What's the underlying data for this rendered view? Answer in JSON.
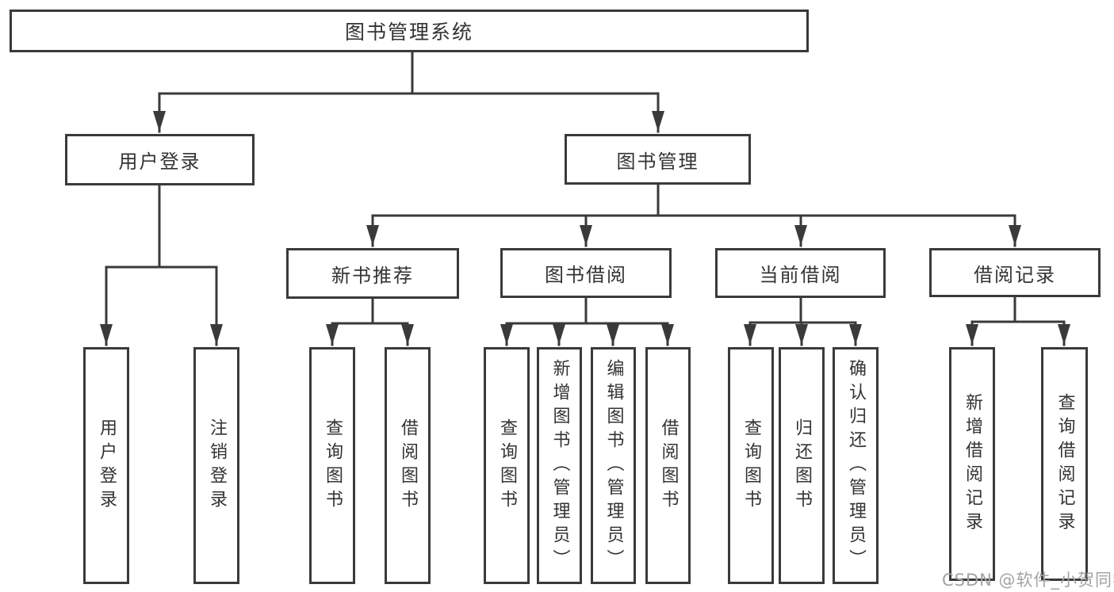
{
  "title": "图书管理系统",
  "level2": {
    "user_login": "用户登录",
    "book_mgmt": "图书管理"
  },
  "level3": {
    "new_book": "新书推荐",
    "book_borrow": "图书借阅",
    "current_borrow": "当前借阅",
    "borrow_record": "借阅记录"
  },
  "leaves": {
    "user_login": [
      "用户登录",
      "注销登录"
    ],
    "new_book": [
      "查询图书",
      "借阅图书"
    ],
    "book_borrow": [
      "查询图书",
      "新增图书（管理员）",
      "编辑图书（管理员）",
      "借阅图书"
    ],
    "current_borrow": [
      "查询图书",
      "归还图书",
      "确认归还（管理员）"
    ],
    "borrow_record": [
      "新增借阅记录",
      "查询借阅记录"
    ]
  },
  "hierarchy": {
    "图书管理系统": [
      "用户登录",
      "图书管理"
    ],
    "用户登录": [
      "用户登录",
      "注销登录"
    ],
    "图书管理": [
      "新书推荐",
      "图书借阅",
      "当前借阅",
      "借阅记录"
    ],
    "新书推荐": [
      "查询图书",
      "借阅图书"
    ],
    "图书借阅": [
      "查询图书",
      "新增图书（管理员）",
      "编辑图书（管理员）",
      "借阅图书"
    ],
    "当前借阅": [
      "查询图书",
      "归还图书",
      "确认归还（管理员）"
    ],
    "借阅记录": [
      "新增借阅记录",
      "查询借阅记录"
    ]
  },
  "watermark": "CSDN @软件_小贺同学",
  "colors": {
    "line": "#3a3a3a",
    "box_border": "#3a3a3a",
    "box_background": "#ffffff",
    "text": "#333333",
    "watermark": "#a3a3a3"
  }
}
